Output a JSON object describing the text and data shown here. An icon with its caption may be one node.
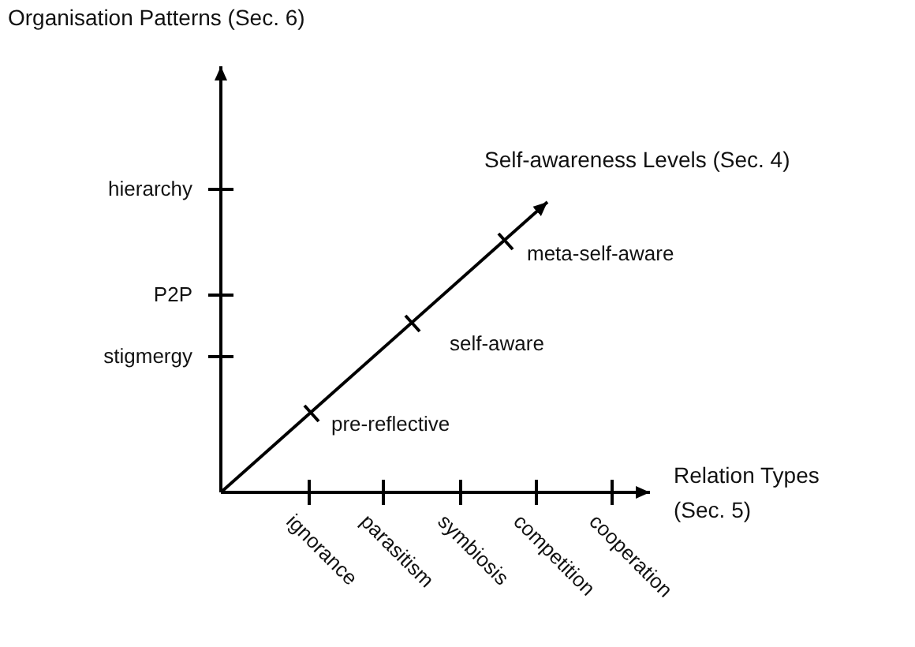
{
  "diagram": {
    "labels": [
      "Organisation Patterns (Sec. 6)",
      "hierarchy",
      "Self-awareness Levels (Sec. 4)",
      "P2P",
      "meta-self-aware",
      "self-aware",
      "stigmergy",
      "pre-reflective",
      "Relation Types (Sec. 5)",
      "ignorance",
      "parasitism",
      "symbiosis",
      "competition",
      "cooperation"
    ]
  }
}
